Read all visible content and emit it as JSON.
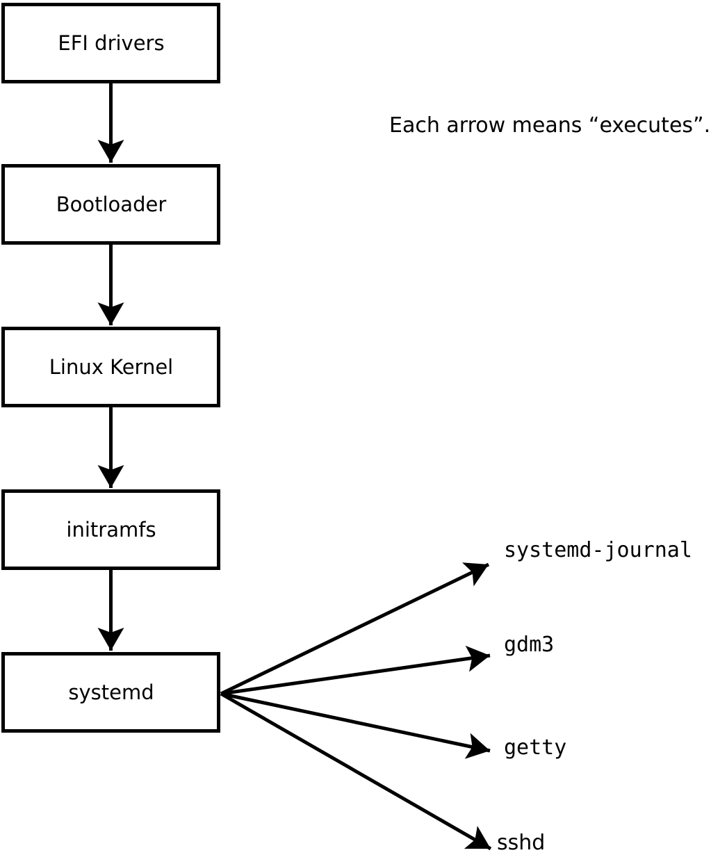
{
  "annotation": "Each arrow means “executes”.",
  "boxes": [
    {
      "label": "EFI drivers"
    },
    {
      "label": "Bootloader"
    },
    {
      "label": "Linux Kernel"
    },
    {
      "label": "initramfs"
    },
    {
      "label": "systemd"
    }
  ],
  "spawned": [
    {
      "label": "systemd-journal"
    },
    {
      "label": "gdm3"
    },
    {
      "label": "getty"
    },
    {
      "label": "sshd"
    }
  ],
  "colors": {
    "stroke": "#000000",
    "background": "#ffffff",
    "box_fill": "#ffffff"
  }
}
